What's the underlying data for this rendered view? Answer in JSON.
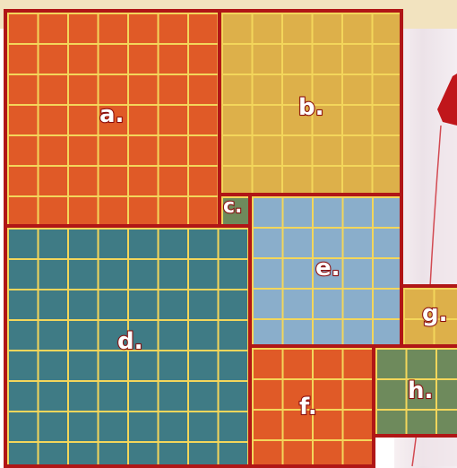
{
  "colors": {
    "orange": "#e05a27",
    "gold": "#ddb04a",
    "teal": "#3f7b85",
    "light_blue": "#8aaecb",
    "green": "#6e8a5c",
    "grid_line": "#f3d65b",
    "border": "#b01616",
    "background_band": "#f2e3bf"
  },
  "regions": [
    {
      "key": "a",
      "label": "a.",
      "color": "orange"
    },
    {
      "key": "b",
      "label": "b.",
      "color": "gold"
    },
    {
      "key": "c",
      "label": "c.",
      "color": "green"
    },
    {
      "key": "d",
      "label": "d.",
      "color": "teal"
    },
    {
      "key": "e",
      "label": "e.",
      "color": "light_blue"
    },
    {
      "key": "f",
      "label": "f.",
      "color": "orange"
    },
    {
      "key": "g",
      "label": "g.",
      "color": "gold"
    },
    {
      "key": "h",
      "label": "h.",
      "color": "green"
    }
  ]
}
